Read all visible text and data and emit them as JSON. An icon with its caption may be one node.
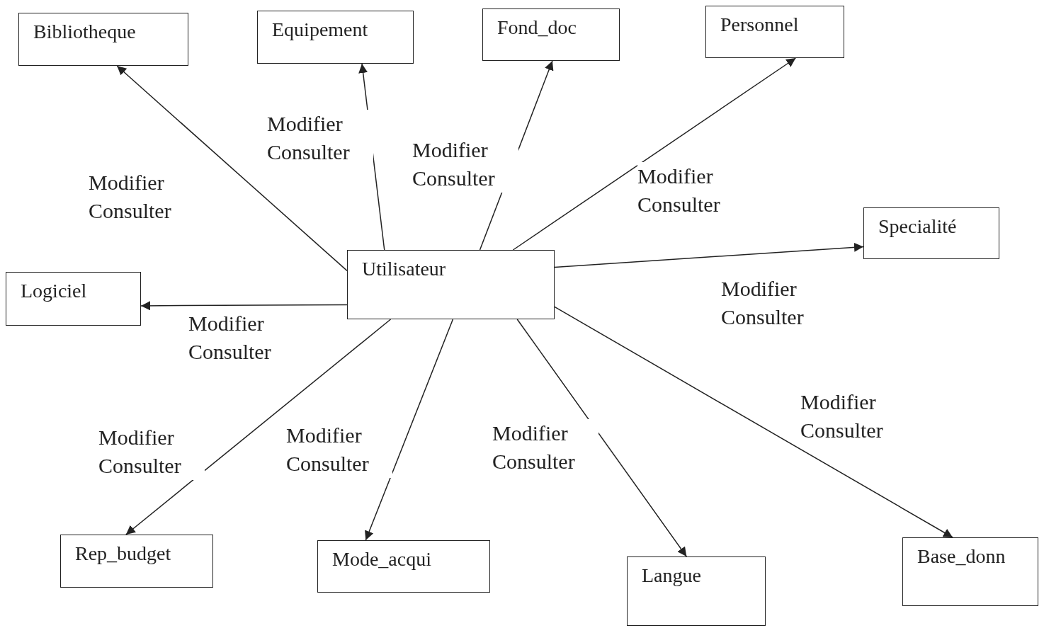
{
  "diagram": {
    "nodes": [
      {
        "text": [
          "Bibliotheque"
        ]
      },
      {
        "text": [
          "Equipement"
        ]
      },
      {
        "text": [
          "Fond_doc"
        ]
      },
      {
        "text": [
          "Personnel"
        ]
      },
      {
        "text": [
          "Specialité"
        ]
      },
      {
        "text": [
          "Utilisateur"
        ]
      },
      {
        "text": [
          "Logiciel"
        ]
      },
      {
        "text": [
          "Rep_budget"
        ]
      },
      {
        "text": [
          "Mode_acqui"
        ]
      },
      {
        "text": [
          "Langue"
        ]
      },
      {
        "text": [
          "Base_donn"
        ]
      }
    ],
    "edges": [
      {
        "from": 5,
        "to": 0,
        "arrow": "to",
        "label": "Modifier Consulter"
      },
      {
        "from": 5,
        "to": 1,
        "arrow": "to",
        "label": "Modifier Consulter"
      },
      {
        "from": 5,
        "to": 2,
        "arrow": "to",
        "label": "Modifier Consulter"
      },
      {
        "from": 5,
        "to": 3,
        "arrow": "to",
        "label": "Modifier Consulter"
      },
      {
        "from": 5,
        "to": 4,
        "arrow": "to",
        "label": "Modifier Consulter"
      },
      {
        "from": 5,
        "to": 6,
        "arrow": "to",
        "label": "Modifier Consulter"
      },
      {
        "from": 5,
        "to": 7,
        "arrow": "to",
        "label": "Modifier Consulter"
      },
      {
        "from": 5,
        "to": 8,
        "arrow": "to",
        "label": "Modifier Consulter"
      },
      {
        "from": 5,
        "to": 9,
        "arrow": "to",
        "label": "Modifier Consulter"
      },
      {
        "from": 5,
        "to": 10,
        "arrow": "to",
        "label": "Modifier Consulter"
      }
    ]
  }
}
